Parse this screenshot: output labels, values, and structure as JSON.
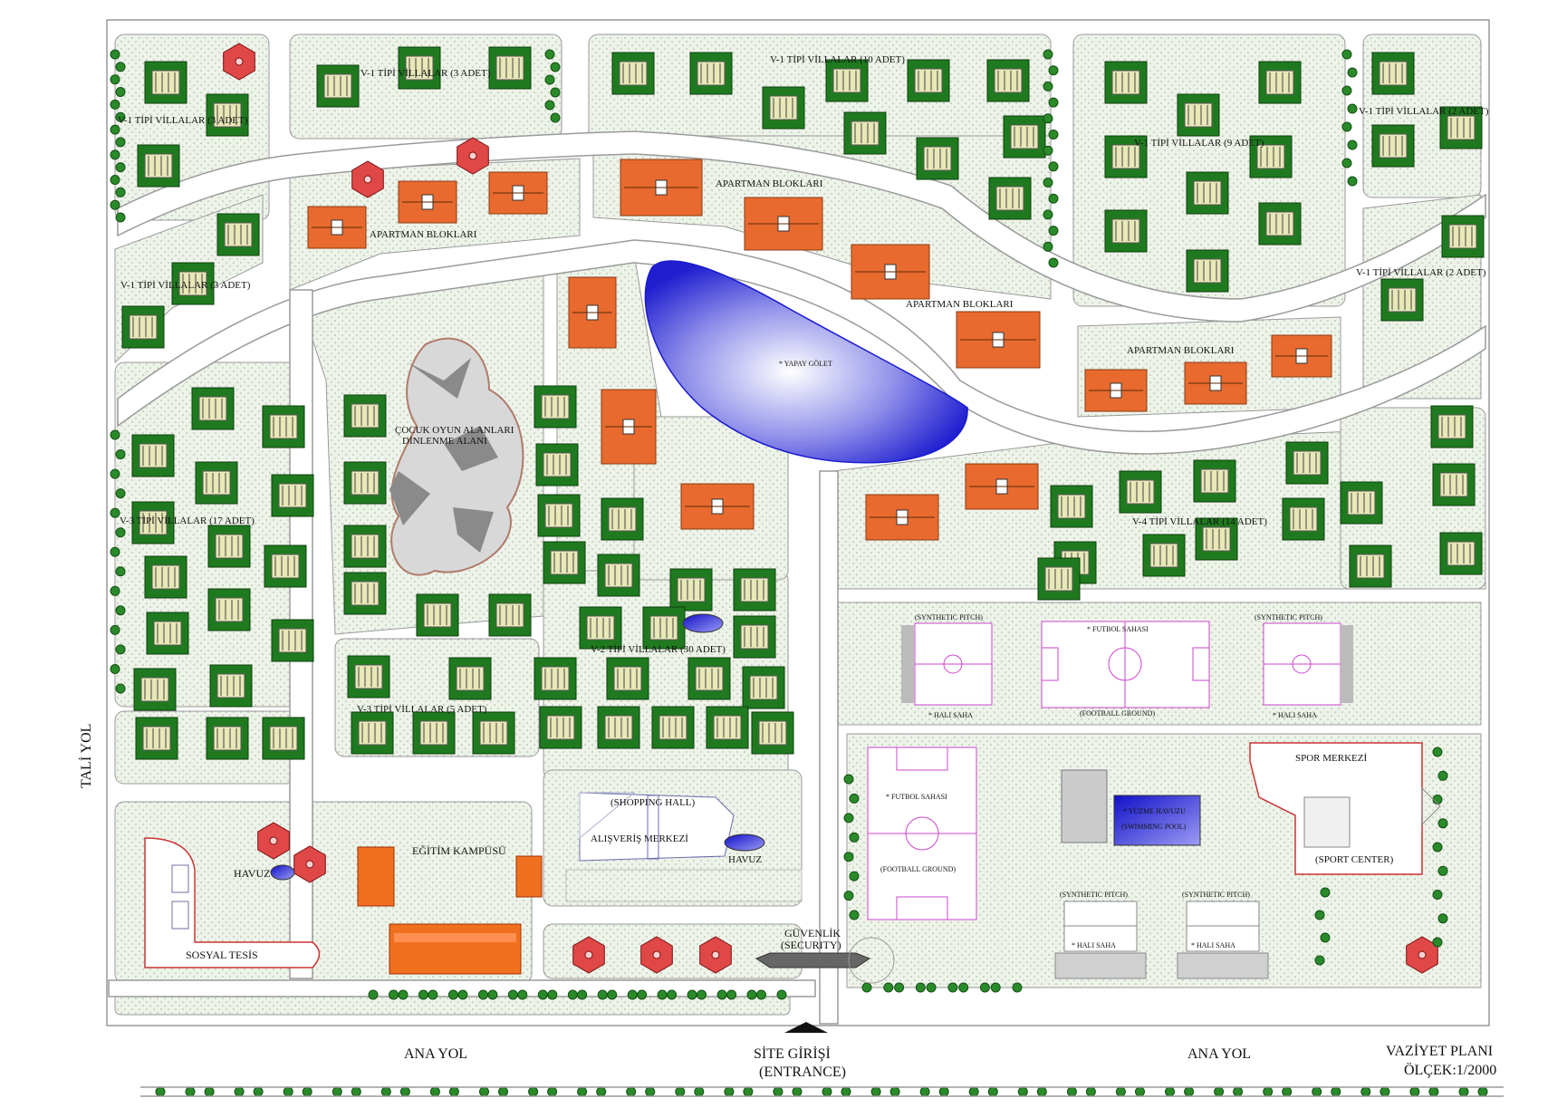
{
  "plan": {
    "title": "VAZİYET PLANI",
    "scale": "ÖLÇEK:1/2000",
    "side_road": "TALİ YOL",
    "main_road_left": "ANA YOL",
    "main_road_right": "ANA YOL",
    "entrance": "SİTE GİRİŞİ",
    "entrance_en": "(ENTRANCE)"
  },
  "labels": {
    "v1_3a": "V-1 TİPİ VİLLALAR (3 ADET)",
    "v1_3b": "V-1 TİPİ VİLLALAR (3 ADET)",
    "v1_3c": "V-1 TİPİ VİLLALAR (3 ADET)",
    "v1_10": "V-1 TİPİ VİLLALAR (10 ADET)",
    "v1_9": "V-1 TİPİ VİLLALAR (9 ADET)",
    "v1_2a": "V-1 TİPİ VİLLALAR (2 ADET)",
    "v1_2b": "V-1 TİPİ VİLLALAR (2 ADET)",
    "apt1": "APARTMAN BLOKLARI",
    "apt2": "APARTMAN BLOKLARI",
    "apt3": "APARTMAN BLOKLARI",
    "apt4": "APARTMAN BLOKLARI",
    "pond": "* YAPAY GÖLET",
    "playground": "ÇOCUK OYUN ALANLARI",
    "rest_area": "DİNLENME ALANI",
    "v3_17": "V-3 TİPİ VİLLALAR (17 ADET)",
    "v3_5": "V-3 TİPİ VİLLALAR (5 ADET)",
    "v2_30": "V-2 TİPİ VİLLALAR (30 ADET)",
    "v4_14": "V-4 TİPİ VİLLALAR (14 ADET)",
    "synth1": "(SYNTHETIC PITCH)",
    "synth2": "(SYNTHETIC PITCH)",
    "synth3": "(SYNTHETIC PITCH)",
    "synth4": "(SYNTHETIC PITCH)",
    "hali1": "* HALI SAHA",
    "hali2": "* HALI SAHA",
    "hali3": "* HALI SAHA",
    "hali4": "* HALI SAHA",
    "futbol1": "* FUTBOL SAHASI",
    "football1": "(FOOTBALL GROUND)",
    "futbol2": "* FUTBOL SAHASI",
    "football2": "(FOOTBALL GROUND)",
    "spor": "SPOR MERKEZİ",
    "sport": "(SPORT CENTER)",
    "pool": "* YÜZME HAVUZU",
    "pool_en": "(SWIMMING POOL)",
    "shopping_en": "(SHOPPING HALL)",
    "shopping": "ALIŞVERİŞ MERKEZİ",
    "havuz1": "HAVUZ",
    "havuz2": "HAVUZ",
    "egitim": "EĞİTİM KAMPÜSÜ",
    "sosyal": "SOSYAL TESİS",
    "guvenlik": "GÜVENLİK",
    "security": "(SECURITY)"
  },
  "colors": {
    "villa": "#1f7a1f",
    "apartment": "#e86a2e",
    "pond": "#3a3ad8",
    "gazebo": "#e04848",
    "pitch_line": "#cc44cc",
    "grass": "#eef3ea"
  }
}
